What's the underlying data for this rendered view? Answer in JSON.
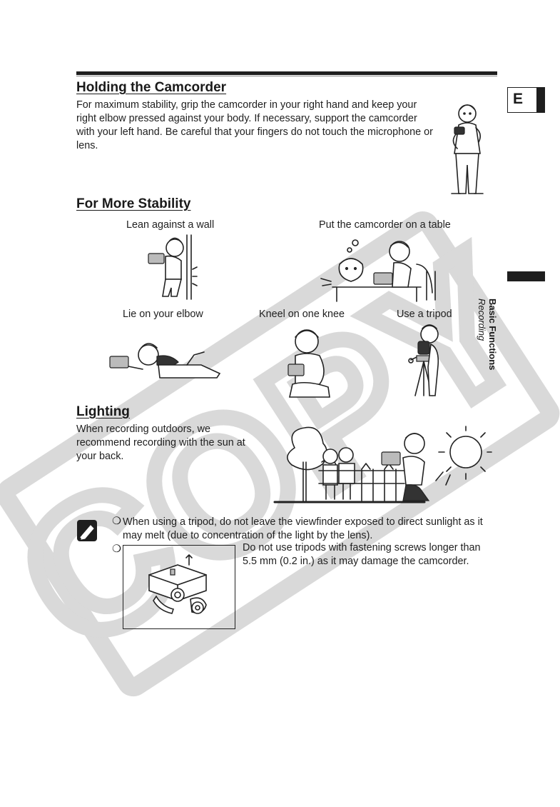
{
  "page": {
    "tab_letter": "E",
    "side_section": "Basic Functions",
    "side_subsection": "Recording",
    "watermark": "COPY"
  },
  "holding": {
    "title": "Holding the Camcorder",
    "text": "For maximum stability, grip the camcorder in your right hand and keep your right elbow pressed against your body. If necessary, support the camcorder with your left hand. Be careful that your fingers do not touch the microphone or lens."
  },
  "stability": {
    "title": "For More Stability",
    "captions": {
      "wall": "Lean against a wall",
      "table": "Put the camcorder on a table",
      "elbow": "Lie on your elbow",
      "knee": "Kneel on one knee",
      "tripod": "Use a tripod"
    }
  },
  "lighting": {
    "title": "Lighting",
    "text": "When recording outdoors, we recommend recording with the sun at your back."
  },
  "notes": {
    "bullet_symbol": "❍",
    "items": [
      "When using a tripod, do not leave the viewfinder exposed to direct sunlight as it may melt (due to concentration of the light by the lens).",
      "Do not use tripods with fastening screws longer than 5.5 mm (0.2 in.) as it may damage the camcorder."
    ]
  }
}
